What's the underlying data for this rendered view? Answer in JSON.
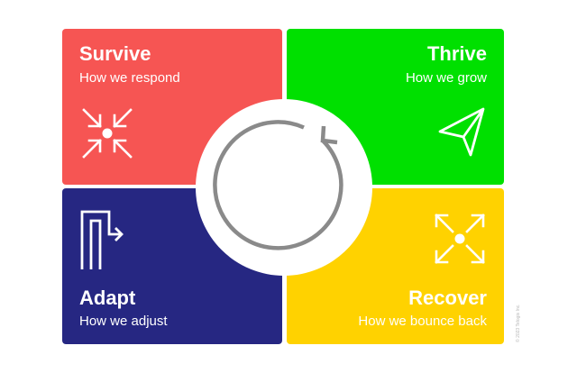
{
  "quadrants": {
    "survive": {
      "title": "Survive",
      "subtitle": "How we respond",
      "color": "#f65553",
      "icon": "compress-arrows-icon"
    },
    "thrive": {
      "title": "Thrive",
      "subtitle": "How we grow",
      "color": "#00e000",
      "icon": "paper-plane-icon"
    },
    "adapt": {
      "title": "Adapt",
      "subtitle": "How we adjust",
      "color": "#262782",
      "icon": "path-arrow-icon"
    },
    "recover": {
      "title": "Recover",
      "subtitle": "How we bounce back",
      "color": "#ffd200",
      "icon": "expand-arrows-icon"
    }
  },
  "center": {
    "icon": "cycle-arrow-icon",
    "color": "#8a8a8a"
  },
  "copyright": "© 2023 Telogis Inc."
}
